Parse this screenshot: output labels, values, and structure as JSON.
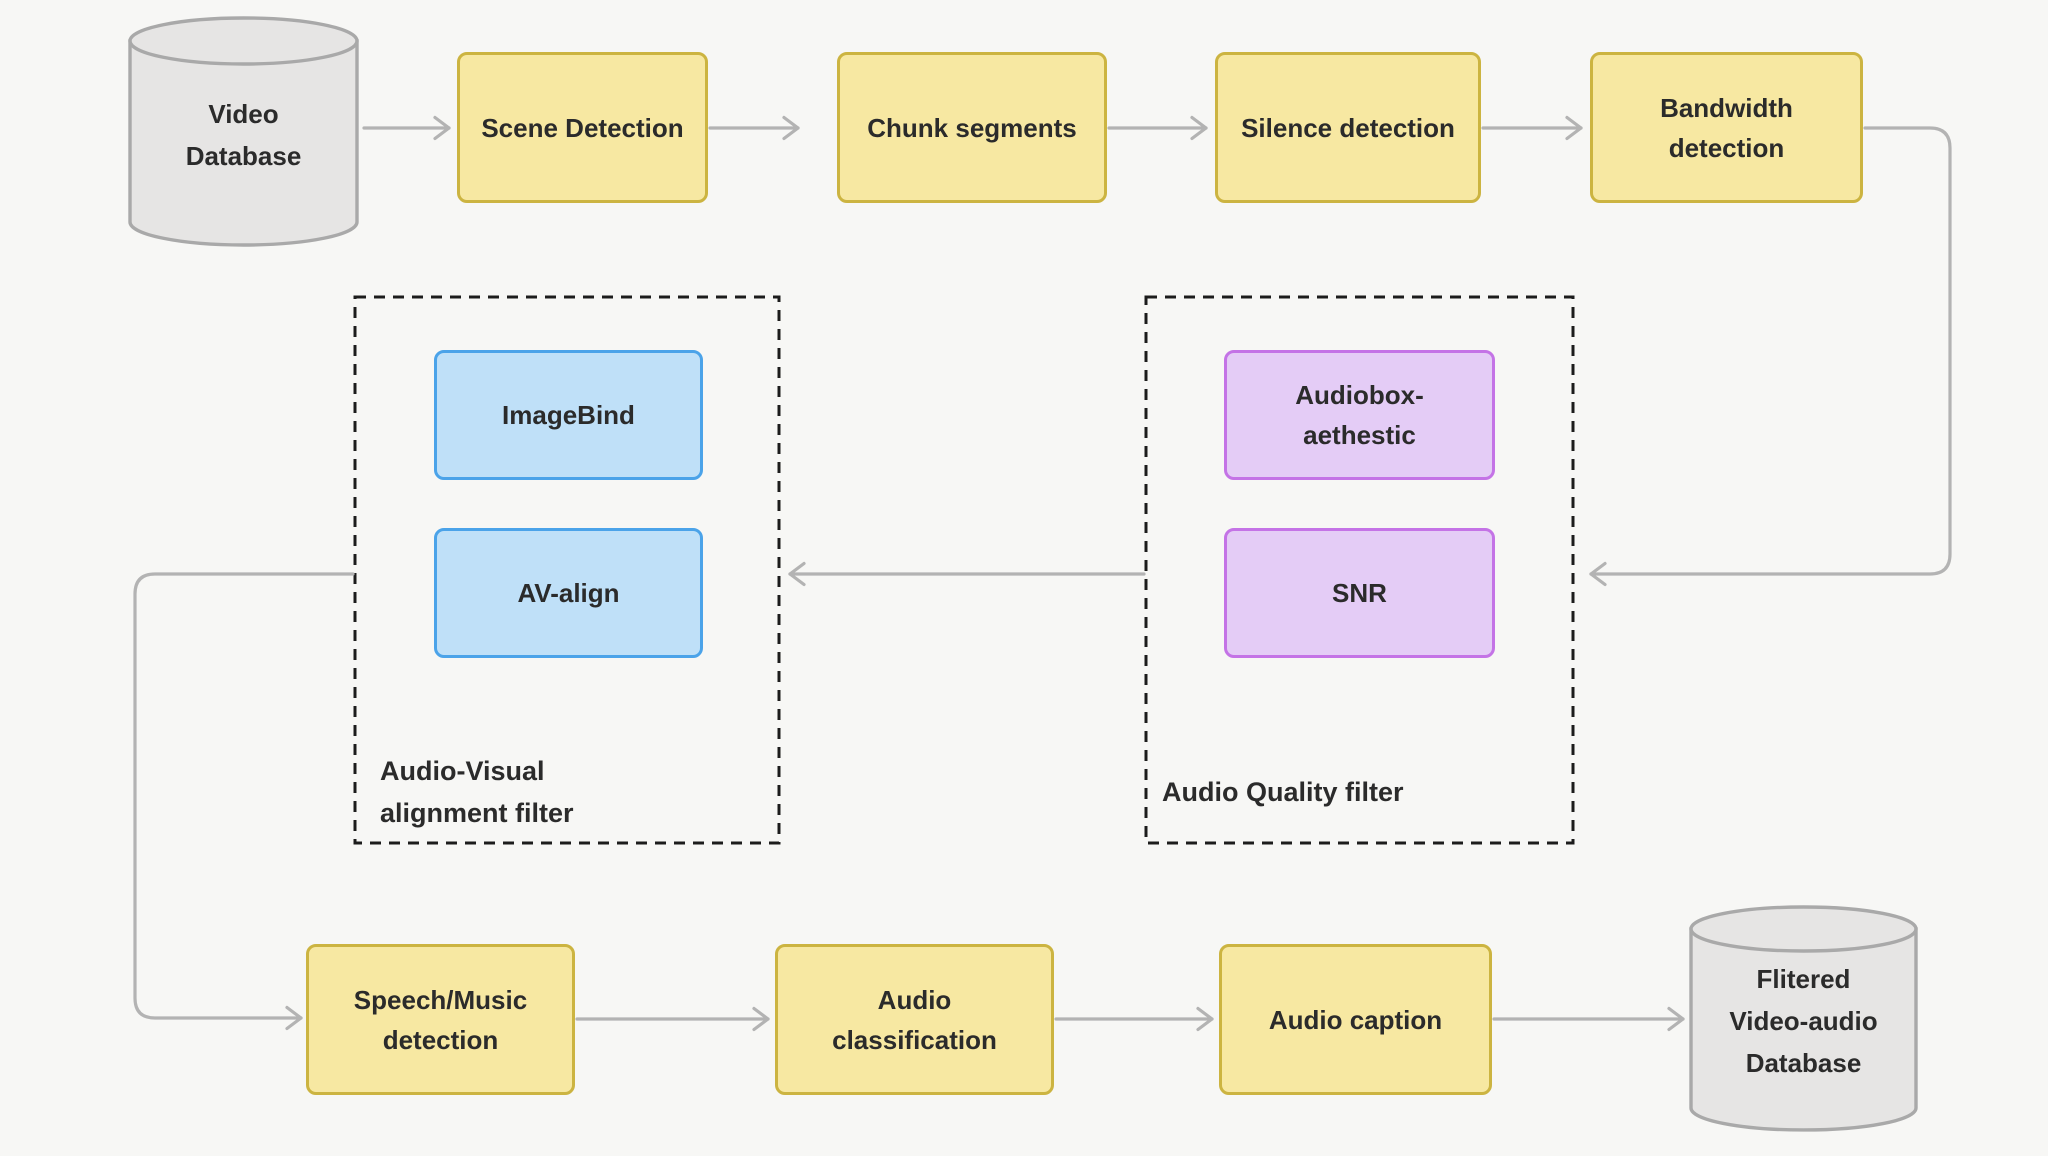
{
  "colors": {
    "background": "#f7f7f5",
    "process_fill": "#f7e8a2",
    "process_border": "#ccb441",
    "av_fill": "#bfe0f8",
    "av_border": "#4ba3e9",
    "quality_fill": "#e4ccf6",
    "quality_border": "#c473e6",
    "db_fill": "#e6e5e4",
    "db_border": "#a9a9a9",
    "arrow": "#b3b3b3",
    "group_border": "#1c1c1c",
    "text": "#2b2b2b"
  },
  "nodes": {
    "video_database": {
      "label": "Video Database",
      "shape": "cylinder"
    },
    "scene_detection": {
      "label": "Scene Detection",
      "shape": "process"
    },
    "chunk_segments": {
      "label": "Chunk segments",
      "shape": "process"
    },
    "silence_detection": {
      "label": "Silence detection",
      "shape": "process"
    },
    "bandwidth_detection": {
      "label": "Bandwidth detection",
      "shape": "process"
    },
    "imagebind": {
      "label": "ImageBind",
      "shape": "model"
    },
    "av_align": {
      "label": "AV-align",
      "shape": "model"
    },
    "audiobox_aethestic": {
      "label": "Audiobox-aethestic",
      "shape": "model"
    },
    "snr": {
      "label": "SNR",
      "shape": "model"
    },
    "speech_music_detection": {
      "label": "Speech/Music detection",
      "shape": "process"
    },
    "audio_classification": {
      "label": "Audio classification",
      "shape": "process"
    },
    "audio_caption": {
      "label": "Audio caption",
      "shape": "process"
    },
    "filtered_database": {
      "label": "Flitered Video-audio Database",
      "shape": "cylinder"
    }
  },
  "groups": {
    "audio_visual_alignment_filter": {
      "label": "Audio-Visual alignment filter",
      "members": [
        "imagebind",
        "av_align"
      ]
    },
    "audio_quality_filter": {
      "label": "Audio Quality filter",
      "members": [
        "audiobox_aethestic",
        "snr"
      ]
    }
  },
  "edges": [
    {
      "from": "video_database",
      "to": "scene_detection"
    },
    {
      "from": "scene_detection",
      "to": "chunk_segments"
    },
    {
      "from": "chunk_segments",
      "to": "silence_detection"
    },
    {
      "from": "silence_detection",
      "to": "bandwidth_detection"
    },
    {
      "from": "bandwidth_detection",
      "to": "audio_quality_filter"
    },
    {
      "from": "audio_quality_filter",
      "to": "audio_visual_alignment_filter"
    },
    {
      "from": "audio_visual_alignment_filter",
      "to": "speech_music_detection"
    },
    {
      "from": "speech_music_detection",
      "to": "audio_classification"
    },
    {
      "from": "audio_classification",
      "to": "audio_caption"
    },
    {
      "from": "audio_caption",
      "to": "filtered_database"
    }
  ]
}
